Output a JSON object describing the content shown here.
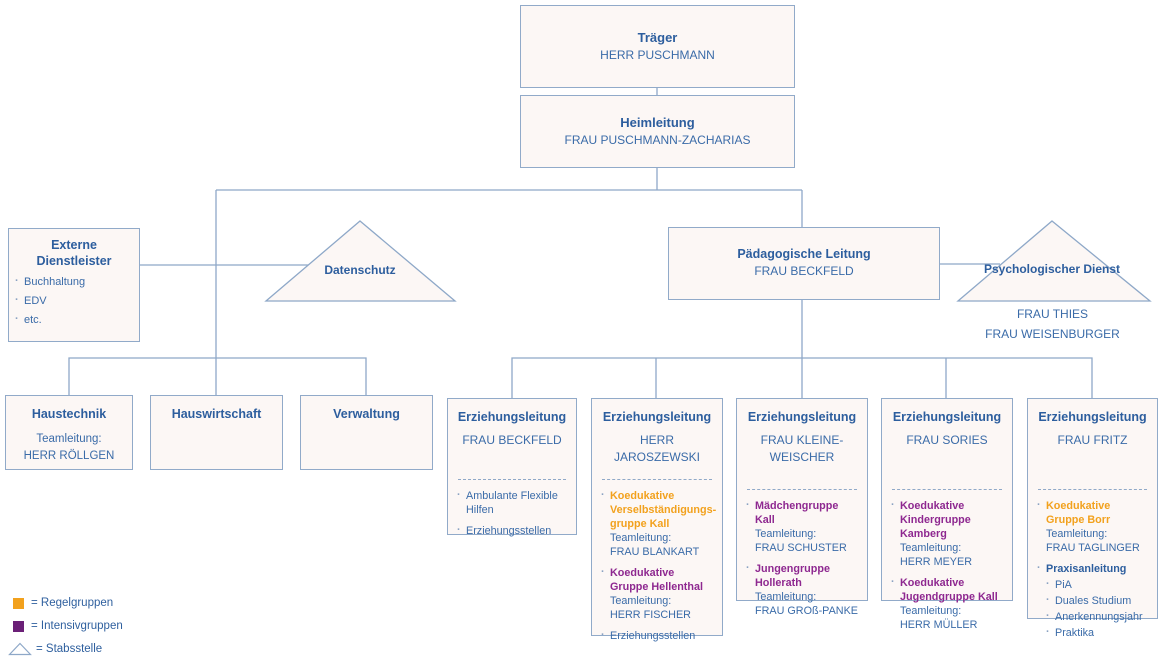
{
  "colors": {
    "header_blue": "#2d5e9e",
    "body_blue": "#3a6ba8",
    "regelgruppen_orange": "#f2a11d",
    "intensivgruppen_purple_text": "#8e2890",
    "legend_purple": "#6b2077",
    "box_fill": "#fcf7f5",
    "box_border": "#91aac9"
  },
  "top_boxes": {
    "traeger": {
      "title": "Träger",
      "name": "HERR PUSCHMANN"
    },
    "heimleitung": {
      "title": "Heimleitung",
      "name": "FRAU PUSCHMANN-ZACHARIAS"
    }
  },
  "externe_dienstleister": {
    "title": "Externe Dienstleister",
    "items": [
      "Buchhaltung",
      "EDV",
      "etc."
    ]
  },
  "datenschutz": {
    "label": "Datenschutz"
  },
  "paedagogische_leitung": {
    "title": "Pädagogische Leitung",
    "name": "FRAU BECKFELD"
  },
  "psychologischer_dienst": {
    "title": "Psychologischer Dienst",
    "names": [
      "FRAU THIES",
      "FRAU WEISENBURGER"
    ]
  },
  "admin_boxes": [
    {
      "title": "Haustechnik",
      "team_label": "Teamleitung:",
      "team_name": "HERR RÖLLGEN"
    },
    {
      "title": "Hauswirtschaft"
    },
    {
      "title": "Verwaltung"
    }
  ],
  "erziehungsleitung_boxes": [
    {
      "title": "Erziehungsleitung",
      "name": "FRAU BECKFELD",
      "entries": [
        {
          "text": "Ambulante Flexible Hilfen"
        },
        {
          "text": "Erziehungsstellen"
        }
      ]
    },
    {
      "title": "Erziehungsleitung",
      "name": "HERR JAROSZEWSKI",
      "entries": [
        {
          "text": "Koedukative Verselbständigungs-gruppe Kall",
          "type": "regelgruppe",
          "team_label": "Teamleitung:",
          "team_name": "FRAU BLANKART"
        },
        {
          "text": "Koedukative Gruppe Hellenthal",
          "type": "intensivgruppe",
          "team_label": "Teamleitung:",
          "team_name": "HERR FISCHER"
        },
        {
          "text": "Erziehungsstellen"
        }
      ]
    },
    {
      "title": "Erziehungsleitung",
      "name": "FRAU KLEINE-WEISCHER",
      "entries": [
        {
          "text": "Mädchengruppe Kall",
          "type": "intensivgruppe",
          "team_label": "Teamleitung:",
          "team_name": "FRAU SCHUSTER"
        },
        {
          "text": "Jungengruppe Hollerath",
          "type": "intensivgruppe",
          "team_label": "Teamleitung:",
          "team_name": "FRAU GROß-PANKE"
        }
      ]
    },
    {
      "title": "Erziehungsleitung",
      "name": "FRAU SORIES",
      "entries": [
        {
          "text": "Koedukative Kindergruppe Kamberg",
          "type": "intensivgruppe",
          "team_label": "Teamleitung:",
          "team_name": "HERR MEYER"
        },
        {
          "text": "Koedukative Jugendgruppe Kall",
          "type": "intensivgruppe",
          "team_label": "Teamleitung:",
          "team_name": "HERR MÜLLER"
        }
      ]
    },
    {
      "title": "Erziehungsleitung",
      "name": "FRAU FRITZ",
      "entries": [
        {
          "text": "Koedukative Gruppe Borr",
          "type": "regelgruppe",
          "team_label": "Teamleitung:",
          "team_name": "FRAU TAGLINGER"
        },
        {
          "text": "Praxisanleitung",
          "type": "heading",
          "subitems": [
            "PiA",
            "Duales Studium",
            "Anerkennungsjahr",
            "Praktika"
          ]
        }
      ]
    }
  ],
  "legend": [
    {
      "symbol": "orange-square",
      "label": "= Regelgruppen"
    },
    {
      "symbol": "purple-square",
      "label": "= Intensivgruppen"
    },
    {
      "symbol": "triangle",
      "label": "= Stabsstelle"
    }
  ]
}
